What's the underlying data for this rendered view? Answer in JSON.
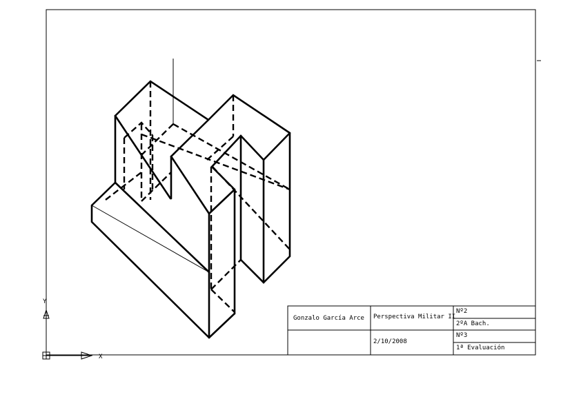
{
  "title_block": {
    "author": "Gonzalo García Arce",
    "drawing_title": "Perspectiva Militar II",
    "date": "2/10/2008",
    "sheet_number": "Nº2",
    "course": "2ºA Bach.",
    "exercise_number": "Nº3",
    "term": "1ª Evaluación"
  },
  "ucs": {
    "y_label": "Y",
    "x_label": "X"
  }
}
